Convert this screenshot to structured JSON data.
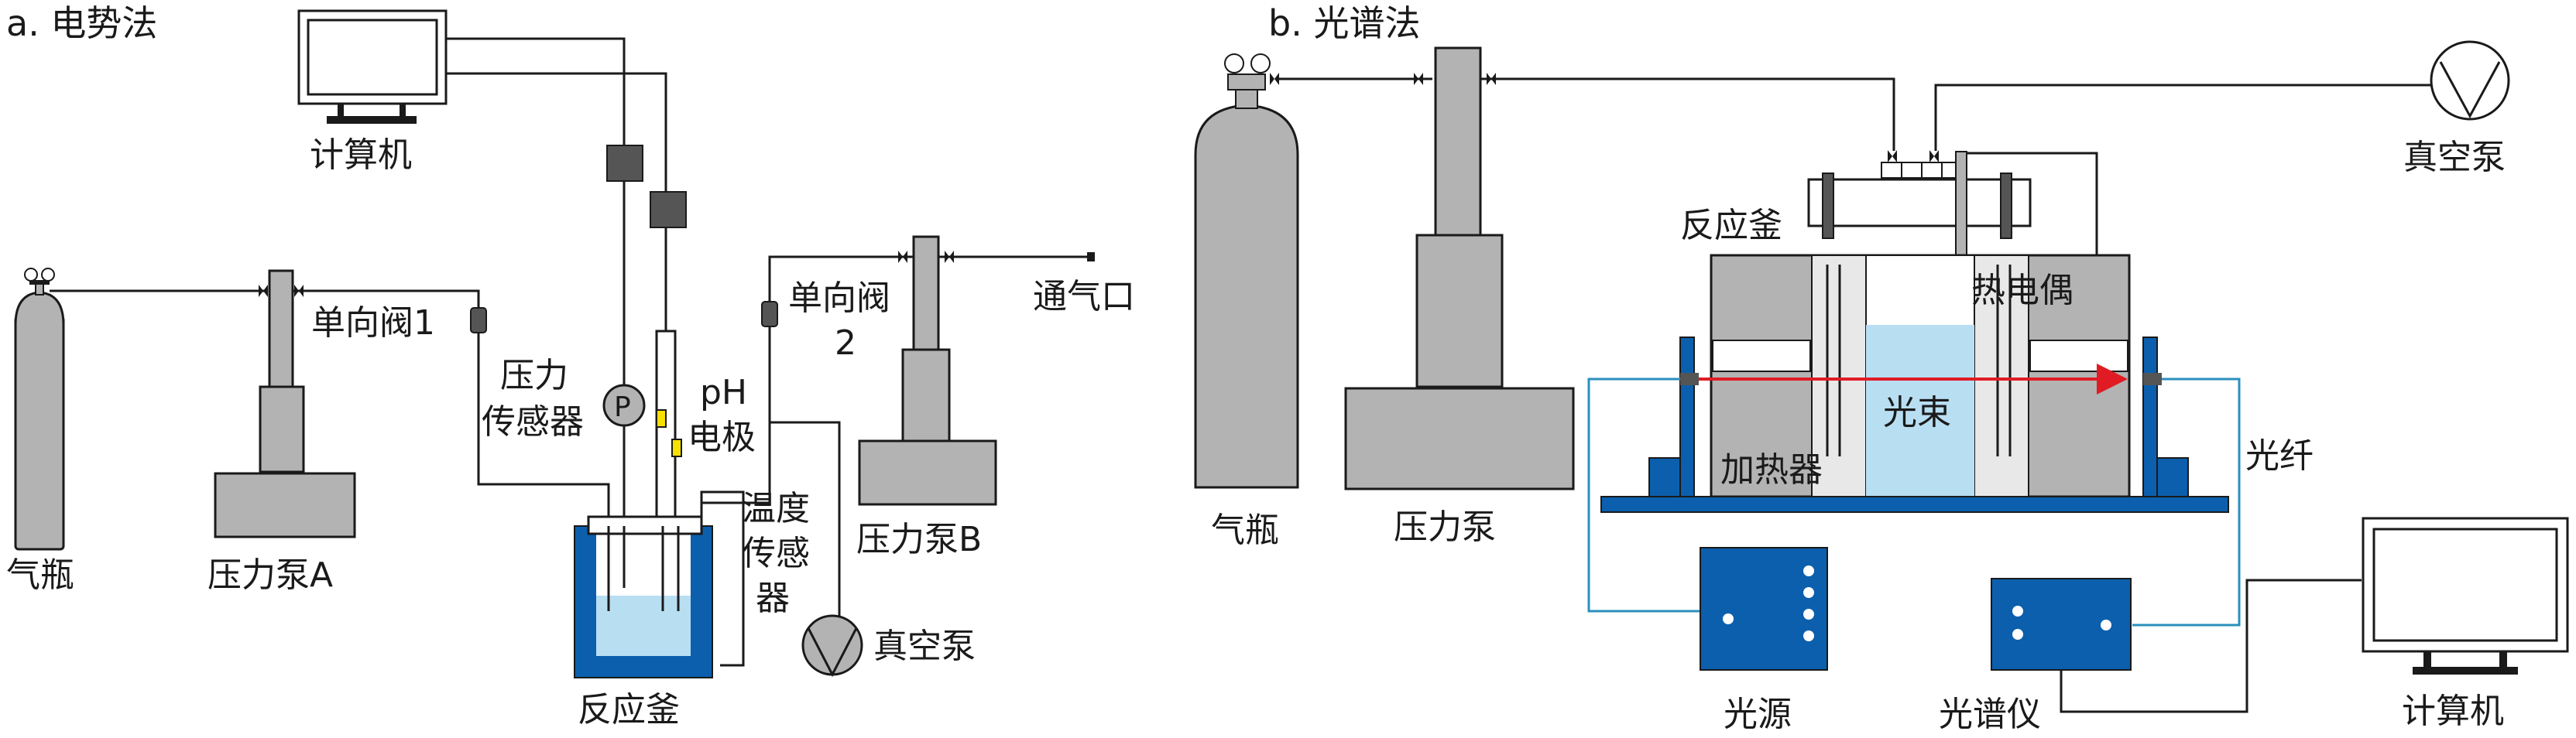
{
  "panel_a": {
    "title": "a. 电势法",
    "computer": "计算机",
    "gas_bottle": "气瓶",
    "pump_a": "压力泵A",
    "check_valve_1": "单向阀1",
    "pressure_sensor_line1": "压力",
    "pressure_sensor_line2": "传感器",
    "pressure_symbol": "P",
    "ph_line1": "pH",
    "ph_line2": "电极",
    "check_valve_2_line1": "单向阀",
    "check_valve_2_line2": "2",
    "vent": "通气口",
    "temp_line1": "温度",
    "temp_line2": "传感",
    "temp_line3": "器",
    "vacuum_pump": "真空泵",
    "pump_b": "压力泵B",
    "reactor": "反应釜"
  },
  "panel_b": {
    "title": "b. 光谱法",
    "gas_bottle": "气瓶",
    "pump": "压力泵",
    "vacuum_pump": "真空泵",
    "reactor": "反应釜",
    "thermocouple": "热电偶",
    "beam": "光束",
    "heater": "加热器",
    "fiber": "光纤",
    "light_source": "光源",
    "spectrometer": "光谱仪",
    "computer": "计算机"
  },
  "colors": {
    "line": "#1a1a1a",
    "gray_body": "#b3b3b3",
    "dark_gray": "#555555",
    "blue_frame": "#0b5fad",
    "water": "#b8def2",
    "fiber_blue": "#2b8fbd",
    "beam_red": "#e01b24",
    "yellow": "#f5e000"
  }
}
